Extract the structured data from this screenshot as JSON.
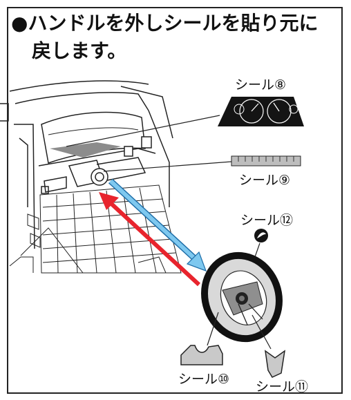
{
  "instruction": {
    "bullet": "●",
    "line1": "ハンドルを外しシールを貼り元に",
    "line2": "戻します。"
  },
  "labels": {
    "seal_8": "シール⑧",
    "seal_9": "シール⑨",
    "seal_12": "シール⑫",
    "seal_10": "シール⑩",
    "seal_11": "シール⑪"
  },
  "colors": {
    "remove_arrow": "#7ec8ef",
    "reattach_arrow": "#e8242d",
    "ink": "#111111"
  }
}
